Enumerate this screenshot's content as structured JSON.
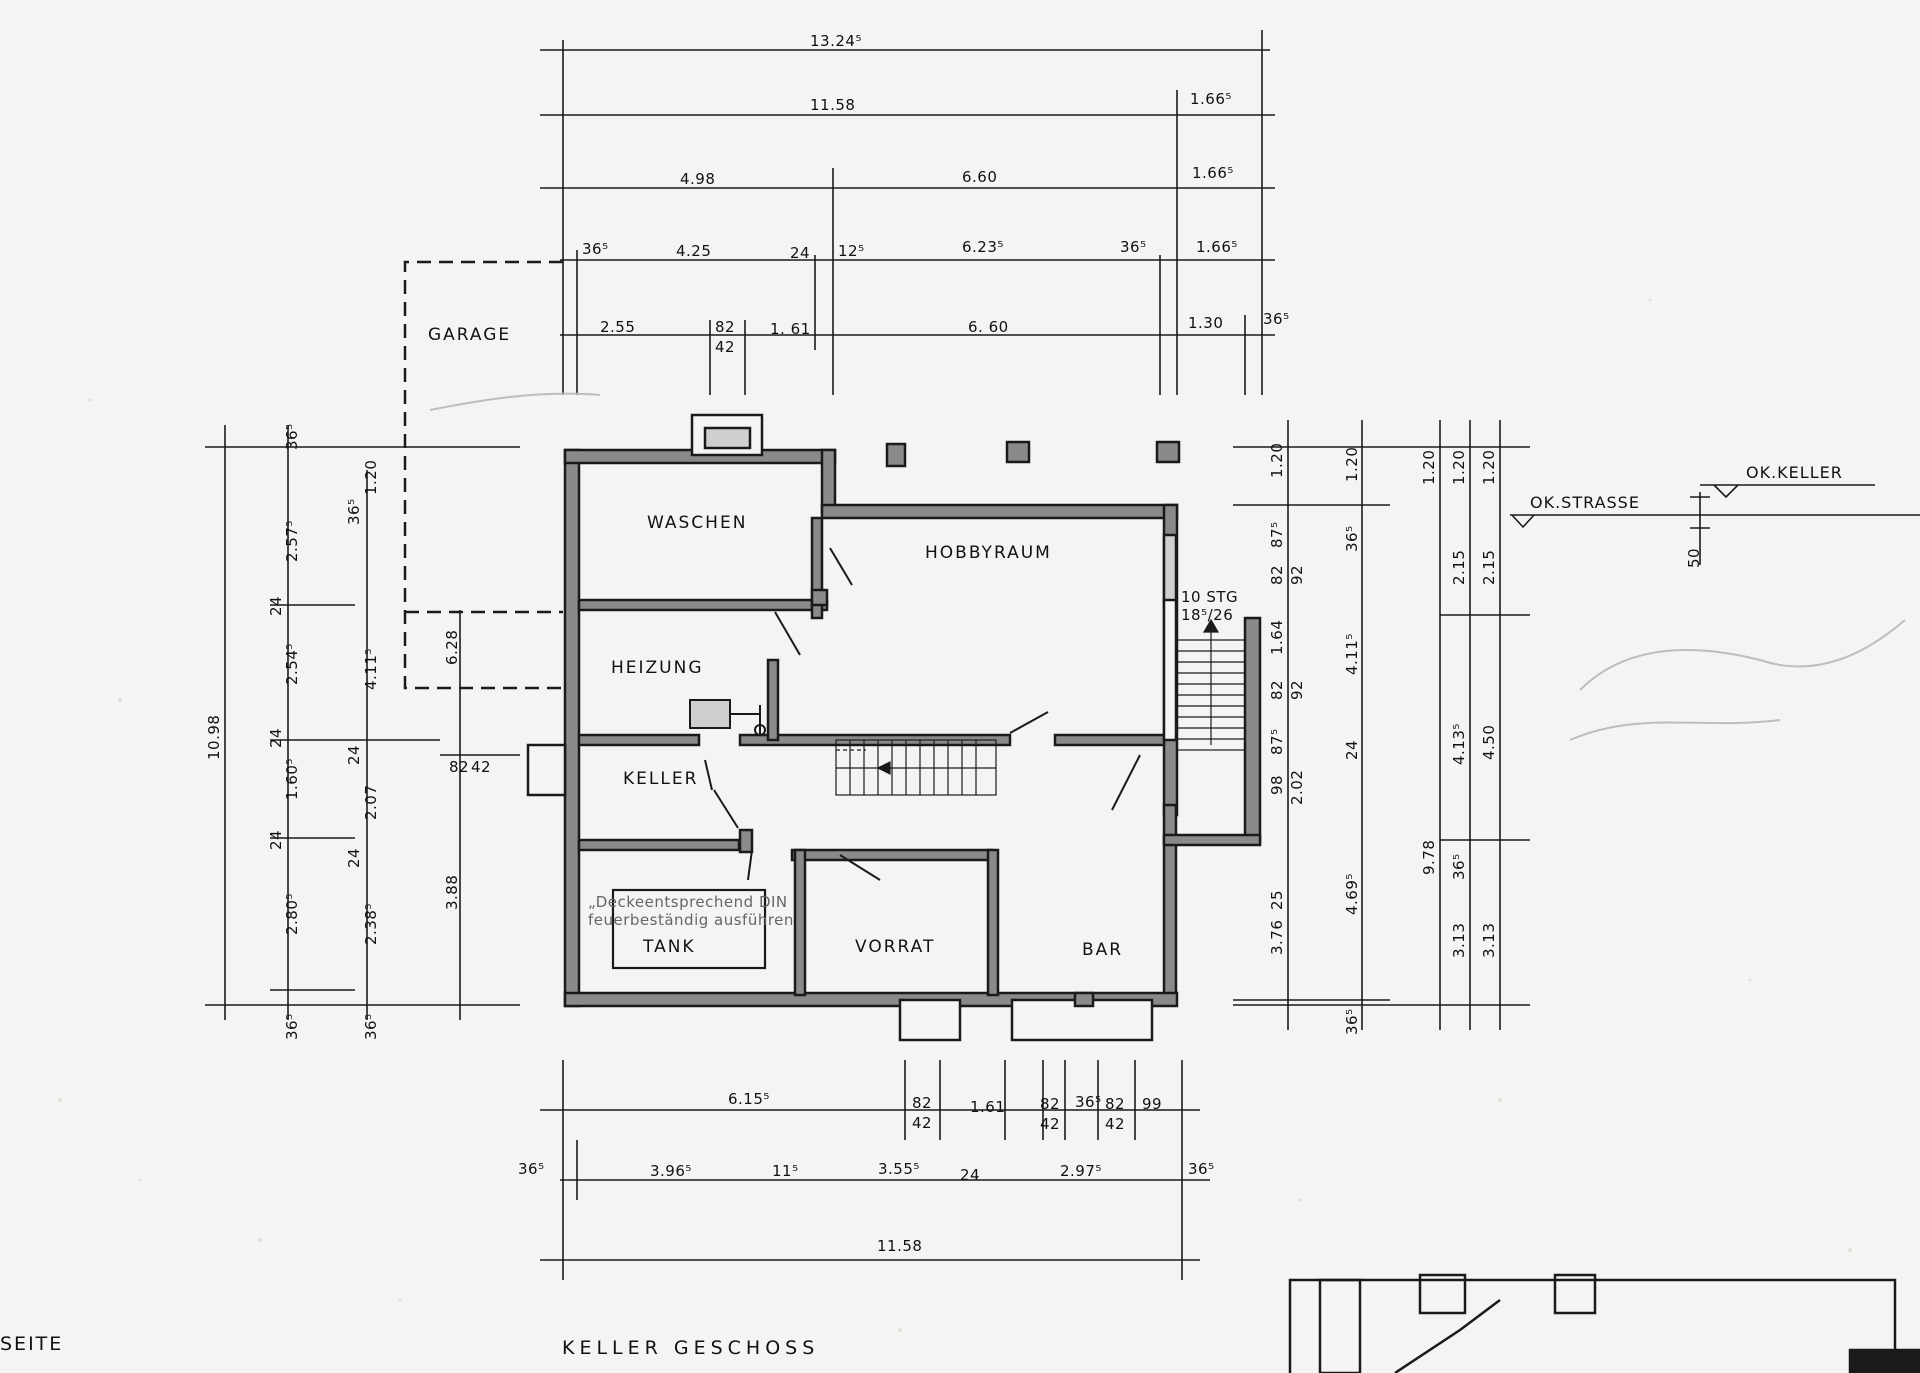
{
  "rooms": {
    "garage": "GARAGE",
    "waschen": "WASCHEN",
    "hobbyraum": "HOBBYRAUM",
    "heizung": "HEIZUNG",
    "keller": "KELLER",
    "tank": "TANK",
    "vorrat": "VORRAT",
    "bar": "BAR"
  },
  "labels": {
    "drawing_title": "KELLER GESCHOSS",
    "left_edge": "SEITE",
    "stairs": "10 STG",
    "stairs_rise": "18⁵/26",
    "ok_strasse": "OK.STRASSE",
    "ok_keller": "OK.KELLER",
    "level_diff": "50",
    "tank_note_1": "„Deckeentsprechend DIN",
    "tank_note_2": "feuerbeständig ausführen"
  },
  "dims_top": {
    "row1": [
      "13.24⁵"
    ],
    "row2": [
      "11.58",
      "1.66⁵"
    ],
    "row3": [
      "4.98",
      "6.60",
      "1.66⁵"
    ],
    "row4": [
      "36⁵",
      "4.25",
      "24",
      "12⁵",
      "6.23⁵",
      "36⁵",
      "1.66⁵"
    ],
    "row5": [
      "2.55",
      "82",
      "42",
      "1. 61",
      "6. 60",
      "1.30",
      "36⁵"
    ]
  },
  "dims_left": [
    "10.98",
    "36⁵",
    "2.57⁵",
    "24",
    "2.54⁵",
    "24",
    "1.60⁵",
    "24",
    "2.80⁵",
    "36⁵",
    "36⁵",
    "1.20",
    "4.11⁵",
    "24",
    "2.07",
    "24",
    "2.38⁵",
    "36⁵",
    "6.28",
    "82",
    "42",
    "3.88"
  ],
  "dims_right": [
    "1.20",
    "87⁵",
    "82",
    "1.64",
    "82",
    "87⁵",
    "98",
    "3.76",
    "25",
    "36⁵",
    "1.20",
    "92",
    "92",
    "2.02",
    "36⁵",
    "4.11⁵",
    "24",
    "4.69⁵",
    "1.20",
    "9.78",
    "1.20",
    "2.15",
    "4.13⁵",
    "36⁵",
    "3.13",
    "1.20",
    "2.15",
    "4.50",
    "3.13"
  ],
  "dims_bottom": {
    "row1": [
      "6.15⁵",
      "82",
      "42",
      "1.61",
      "82",
      "42",
      "36⁵",
      "82",
      "42",
      "99"
    ],
    "row2": [
      "36⁵",
      "3.96⁵",
      "11⁵",
      "3.55⁵",
      "24",
      "2.97⁵",
      "36⁵"
    ],
    "row3": [
      "11.58"
    ]
  },
  "colors": {
    "ink": "#1a1a1a",
    "wall_fill": "#8a8a8a",
    "paper": "#f4f4f2",
    "note": "#666666"
  }
}
